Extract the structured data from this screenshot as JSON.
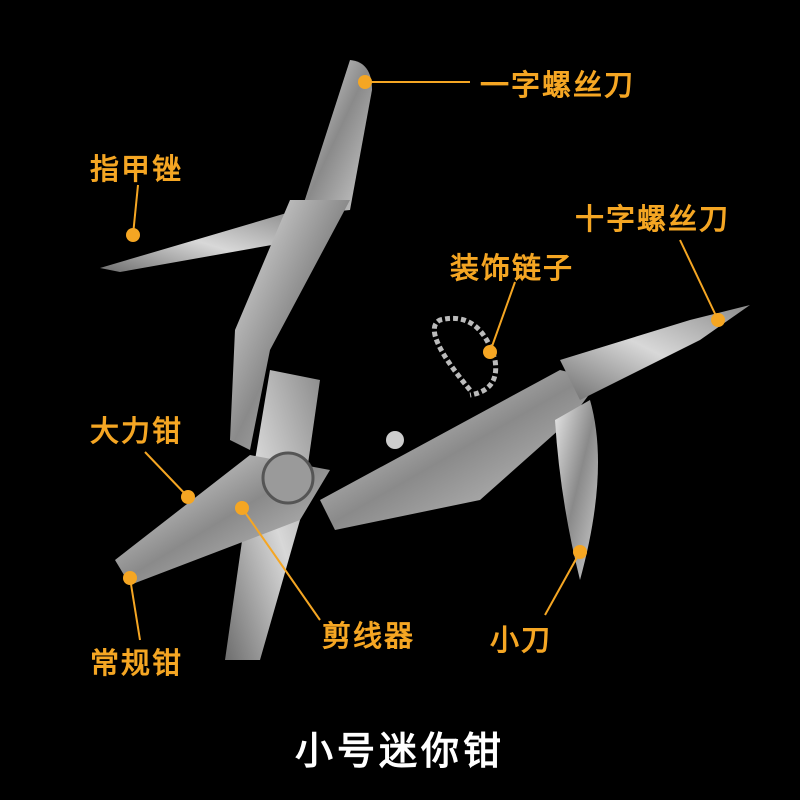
{
  "title": "小号迷你钳",
  "accent_color": "#f5a623",
  "labels": {
    "flat_screwdriver": "一字螺丝刀",
    "nail_file": "指甲锉",
    "phillips_screwdriver": "十字螺丝刀",
    "decorative_chain": "装饰链子",
    "locking_pliers": "大力钳",
    "regular_pliers": "常规钳",
    "wire_cutter": "剪线器",
    "small_knife": "小刀"
  }
}
